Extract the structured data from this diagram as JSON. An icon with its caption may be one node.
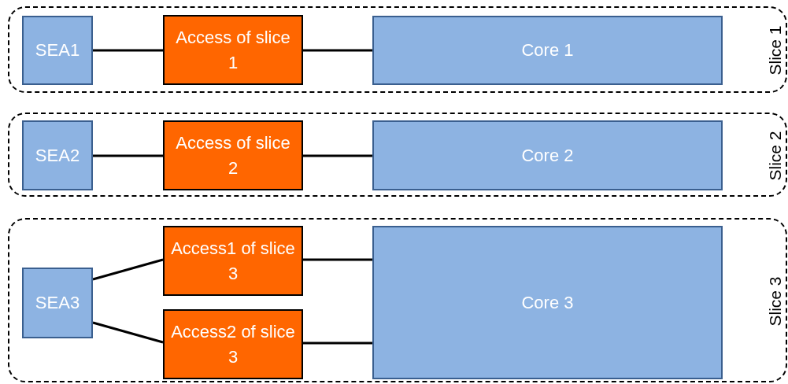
{
  "diagram": {
    "nodes": [
      {
        "text": [
          "Slice 1"
        ]
      },
      {
        "text": [
          "SEA1"
        ],
        "in": 0
      },
      {
        "text": [
          "Access of slice 1"
        ],
        "in": 0
      },
      {
        "text": [
          "Core 1"
        ],
        "in": 0
      },
      {
        "text": [
          "Slice 2"
        ]
      },
      {
        "text": [
          "SEA2"
        ],
        "in": 4
      },
      {
        "text": [
          "Access of slice 2"
        ],
        "in": 4
      },
      {
        "text": [
          "Core 2"
        ],
        "in": 4
      },
      {
        "text": [
          "Slice 3"
        ]
      },
      {
        "text": [
          "SEA3"
        ],
        "in": 8
      },
      {
        "text": [
          "Access1 of slice 3"
        ],
        "in": 8
      },
      {
        "text": [
          "Access2 of slice 3"
        ],
        "in": 8
      },
      {
        "text": [
          "Core 3"
        ],
        "in": 8
      }
    ],
    "edges": [
      {
        "from": 1,
        "to": 2,
        "arrow": "none"
      },
      {
        "from": 2,
        "to": 3,
        "arrow": "none"
      },
      {
        "from": 5,
        "to": 6,
        "arrow": "none"
      },
      {
        "from": 6,
        "to": 7,
        "arrow": "none"
      },
      {
        "from": 9,
        "to": 10,
        "arrow": "none"
      },
      {
        "from": 9,
        "to": 11,
        "arrow": "none"
      },
      {
        "from": 10,
        "to": 12,
        "arrow": "none"
      },
      {
        "from": 11,
        "to": 12,
        "arrow": "none"
      }
    ]
  }
}
